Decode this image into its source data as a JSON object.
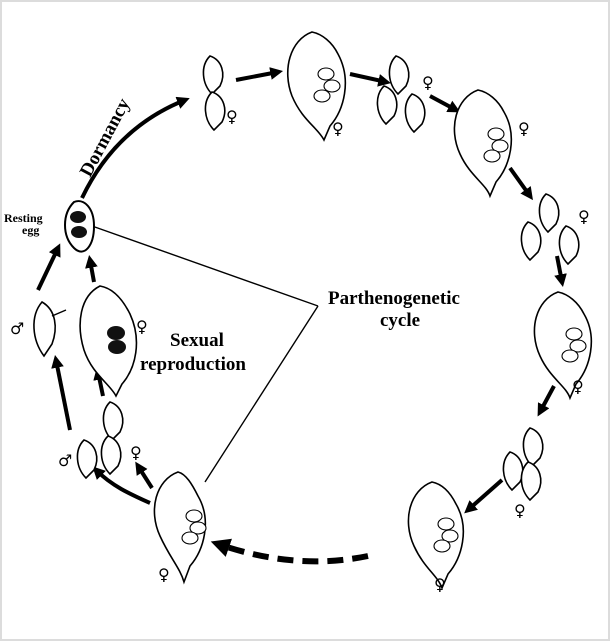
{
  "labels": {
    "dormancy": "Dormancy",
    "resting_egg_line1": "Resting",
    "resting_egg_line2": "egg",
    "parthenogenetic_line1": "Parthenogenetic",
    "parthenogenetic_line2": "cycle",
    "sexual_line1": "Sexual",
    "sexual_line2": "reproduction"
  },
  "symbols": {
    "female": "♀",
    "male": "♂"
  }
}
